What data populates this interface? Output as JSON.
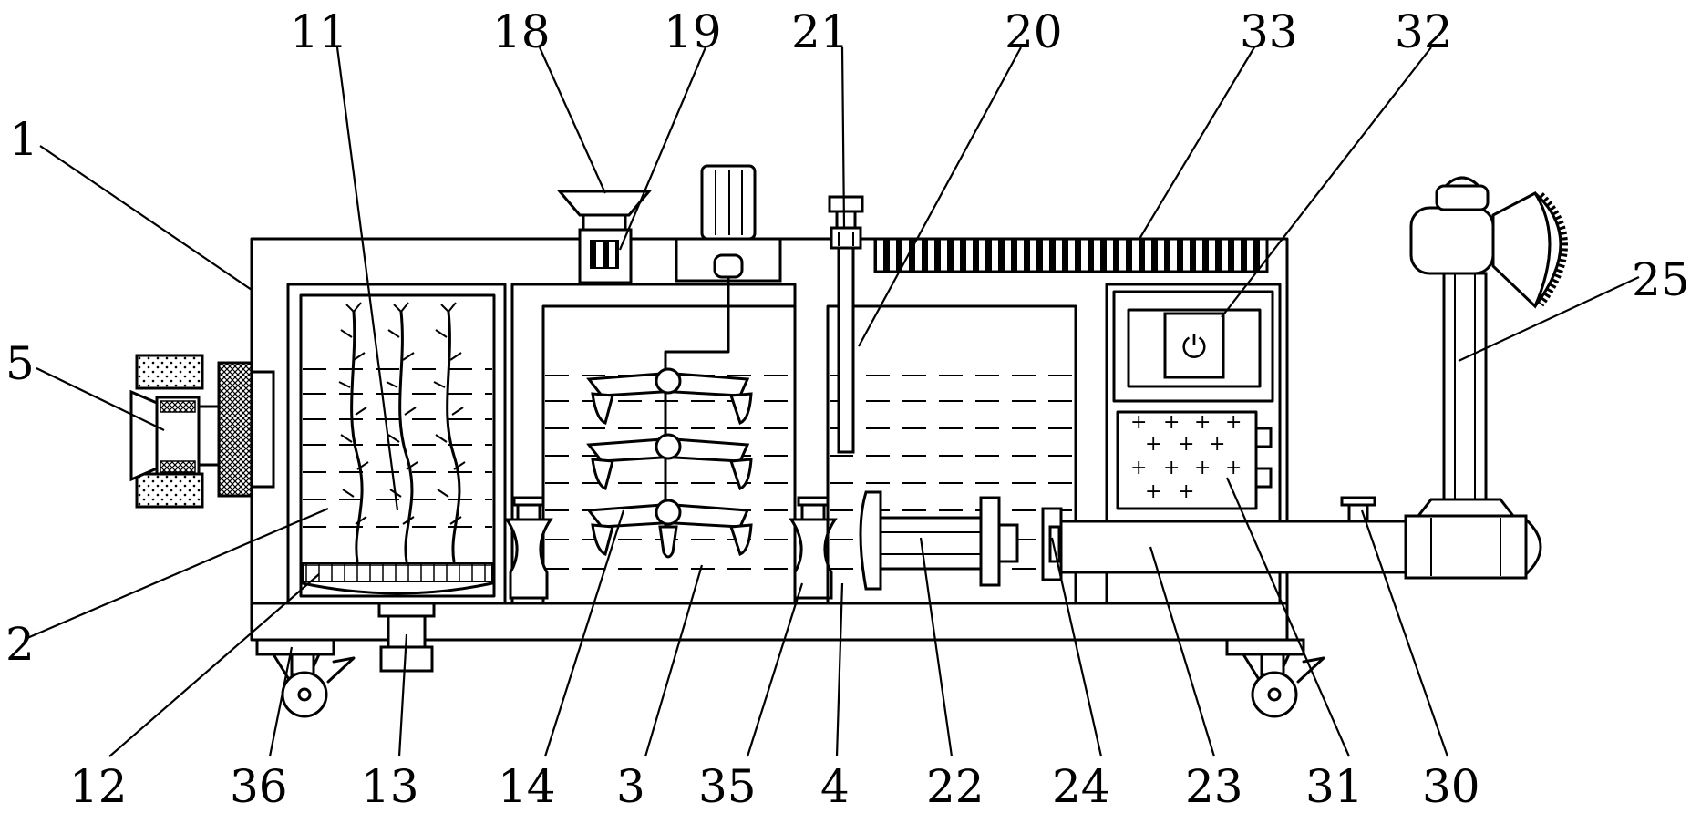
{
  "labels": {
    "l1": "1",
    "l2": "2",
    "l3": "3",
    "l4": "4",
    "l5": "5",
    "l11": "11",
    "l12": "12",
    "l13": "13",
    "l14": "14",
    "l18": "18",
    "l19": "19",
    "l20": "20",
    "l21": "21",
    "l22": "22",
    "l23": "23",
    "l24": "24",
    "l25": "25",
    "l30": "30",
    "l31": "31",
    "l32": "32",
    "l33": "33",
    "l35": "35",
    "l36": "36"
  },
  "panel": {
    "power_symbol": "⏻",
    "plus_marks": [
      "+",
      "+",
      "+",
      "+",
      "+",
      "+",
      "+",
      "+",
      "+",
      "+",
      "+",
      "+",
      "+"
    ]
  }
}
